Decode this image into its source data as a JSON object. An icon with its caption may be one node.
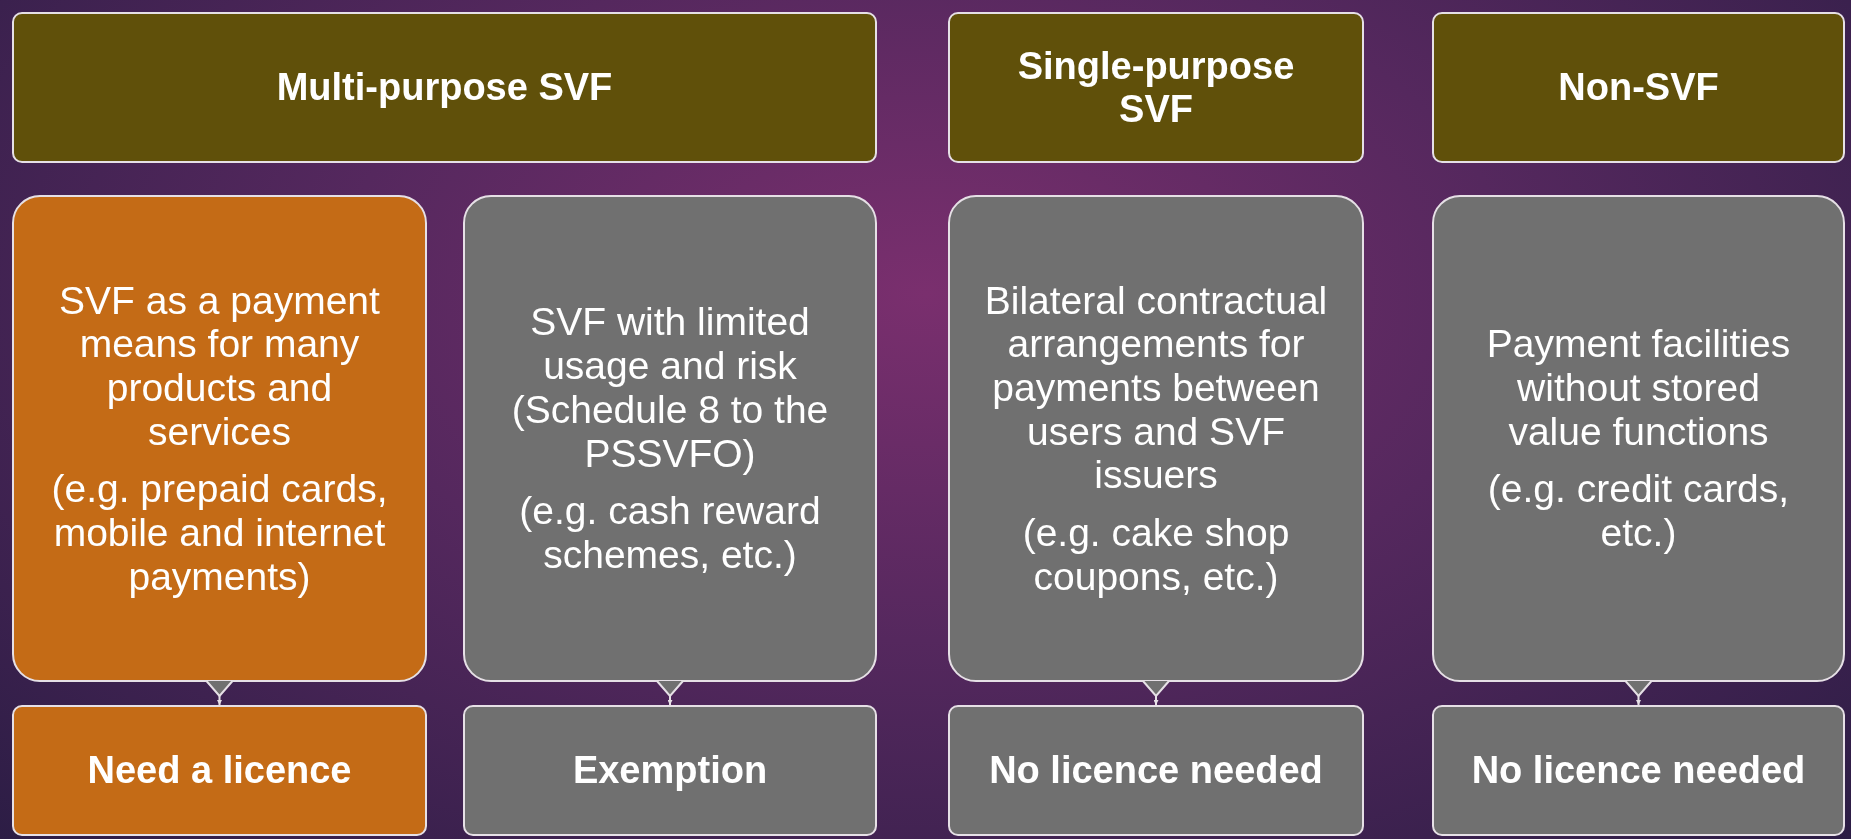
{
  "diagram": {
    "nodes": [
      {
        "text": [
          "Multi-purpose SVF"
        ]
      },
      {
        "text": [
          "Single-purpose SVF"
        ]
      },
      {
        "text": [
          "Non-SVF"
        ]
      },
      {
        "text": [
          "SVF as a payment means for many products and services",
          "(e.g. prepaid cards, mobile and internet payments)"
        ]
      },
      {
        "text": [
          "SVF with limited usage and risk (Schedule 8 to the PSSVFO)",
          "(e.g. cash reward schemes, etc.)"
        ]
      },
      {
        "text": [
          "Bilateral contractual arrangements for payments between users and SVF issuers",
          "(e.g. cake shop coupons, etc.)"
        ]
      },
      {
        "text": [
          "Payment facilities without stored value functions",
          "(e.g. credit cards, etc.)"
        ]
      },
      {
        "text": [
          "Need a licence"
        ]
      },
      {
        "text": [
          "Exemption"
        ]
      },
      {
        "text": [
          "No licence needed"
        ]
      },
      {
        "text": [
          "No licence needed"
        ]
      }
    ],
    "edges": [
      {
        "from": 3,
        "to": 7,
        "arrow": "to"
      },
      {
        "from": 4,
        "to": 8,
        "arrow": "to"
      },
      {
        "from": 5,
        "to": 9,
        "arrow": "to"
      },
      {
        "from": 6,
        "to": 10,
        "arrow": "to"
      }
    ]
  }
}
